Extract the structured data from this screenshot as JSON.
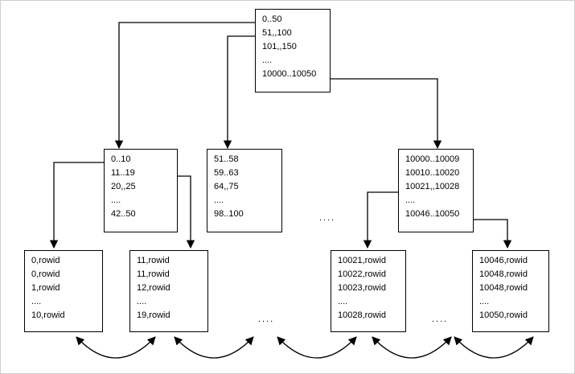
{
  "root": {
    "lines": [
      "0..50",
      "51,,100",
      "101,,150",
      "....",
      "10000..10050"
    ]
  },
  "branches": {
    "left": {
      "lines": [
        "0..10",
        "11..19",
        "20,,25",
        "....",
        "42..50"
      ]
    },
    "middle": {
      "lines": [
        "51..58",
        "59..63",
        "64,,75",
        "....",
        "98..100"
      ]
    },
    "right": {
      "lines": [
        "10000..10009",
        "10010..10020",
        "10021,,10028",
        "....",
        "10046..10050"
      ]
    }
  },
  "leaves": {
    "leaf1": {
      "lines": [
        "0,rowid",
        "0,rowid",
        "1,rowid",
        "....",
        "10,rowid"
      ]
    },
    "leaf2": {
      "lines": [
        "11,rowid",
        "11,rowid",
        "12,rowid",
        "....",
        "19,rowid"
      ]
    },
    "leaf3": {
      "lines": [
        "10021,rowid",
        "10022,rowid",
        "10023,rowid",
        "....",
        "10028,rowid"
      ]
    },
    "leaf4": {
      "lines": [
        "10046,rowid",
        "10048,rowid",
        "10048,rowid",
        "....",
        "10050,rowid"
      ]
    }
  },
  "ellipsis": {
    "branch_gap": "....",
    "leaf_gap_1": "....",
    "leaf_gap_2": "...."
  }
}
